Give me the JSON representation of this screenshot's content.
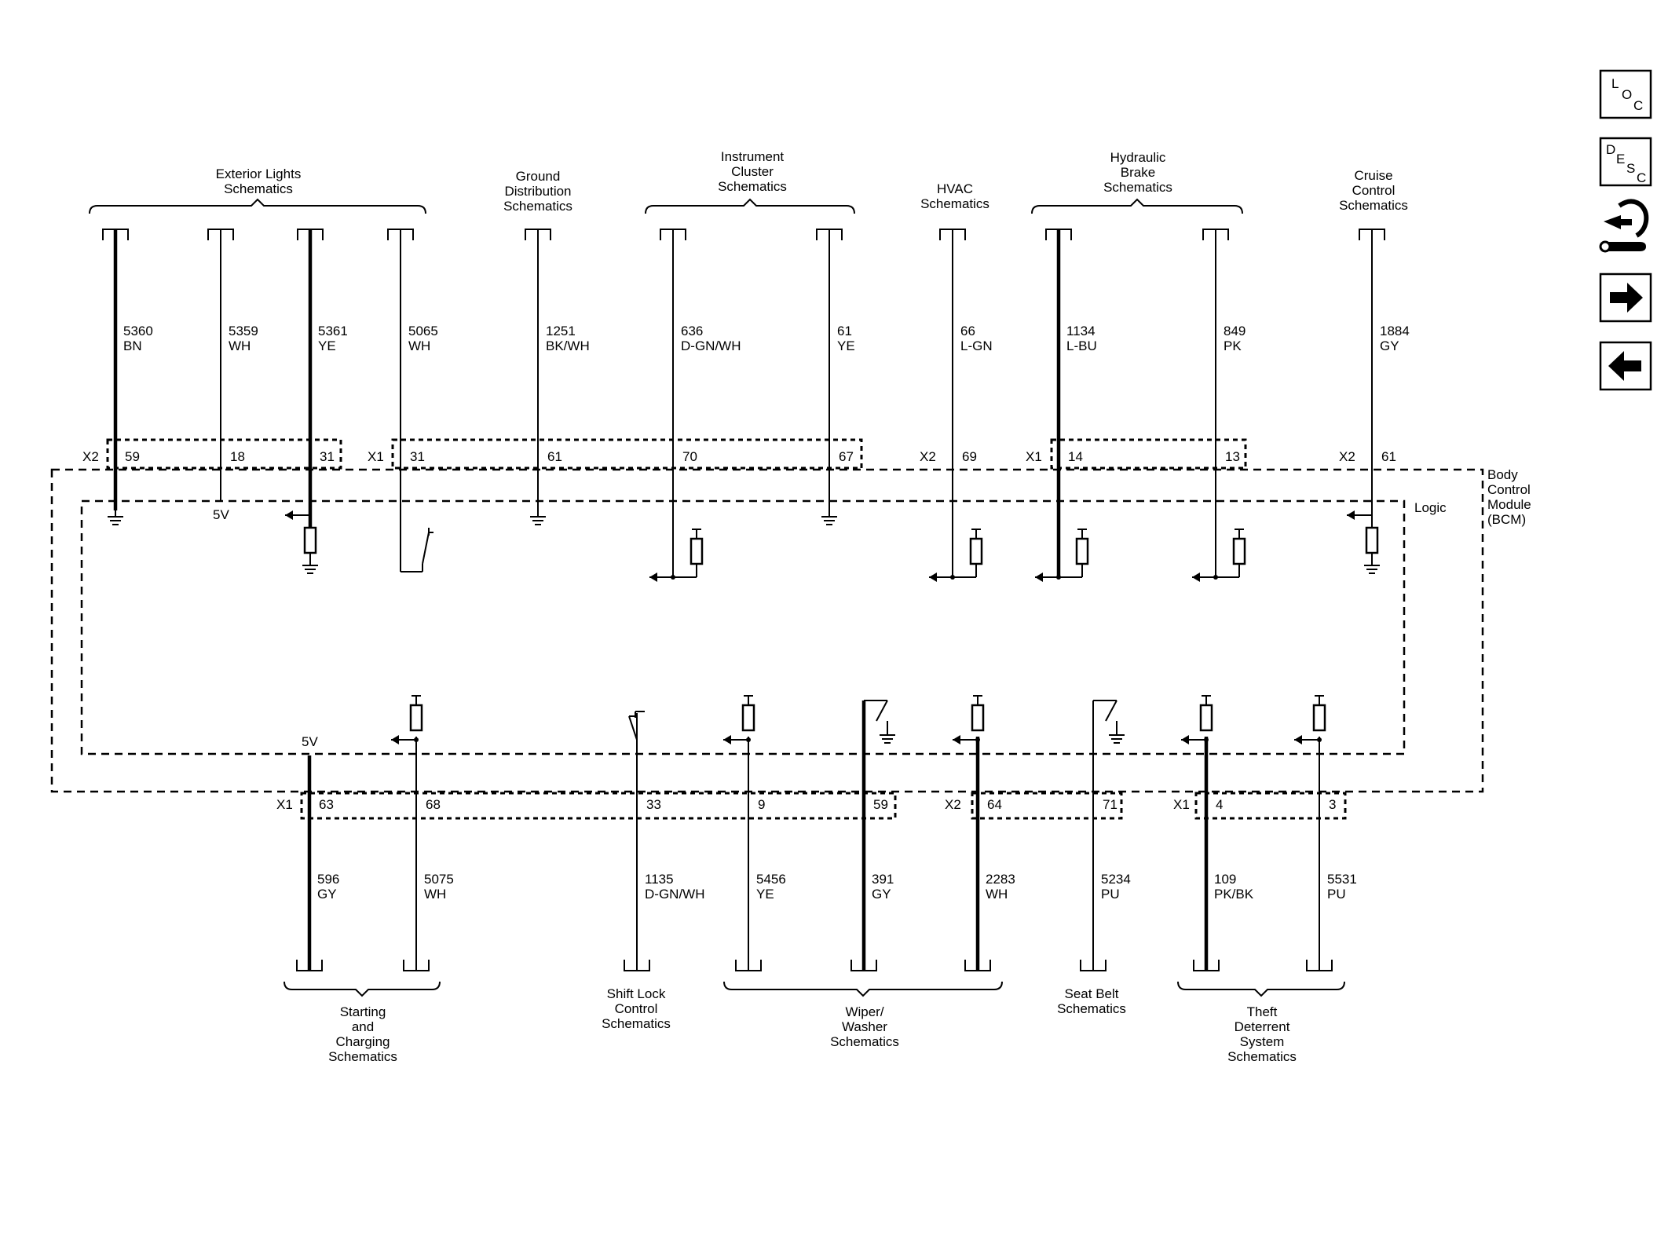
{
  "top_groups": [
    {
      "label": [
        "Exterior Lights",
        "Schematics"
      ]
    },
    {
      "label": [
        "Ground",
        "Distribution",
        "Schematics"
      ]
    },
    {
      "label": [
        "Instrument",
        "Cluster",
        "Schematics"
      ]
    },
    {
      "label": [
        "HVAC",
        "Schematics"
      ]
    },
    {
      "label": [
        "Hydraulic",
        "Brake",
        "Schematics"
      ]
    },
    {
      "label": [
        "Cruise",
        "Control",
        "Schematics"
      ]
    }
  ],
  "top_wires": [
    {
      "circuit": "5360",
      "color": "BN",
      "connector": "X2",
      "pin": "59",
      "internal": "ground",
      "thick": true
    },
    {
      "circuit": "5359",
      "color": "WH",
      "connector": "",
      "pin": "18",
      "internal": "5V",
      "thick": false
    },
    {
      "circuit": "5361",
      "color": "YE",
      "connector": "",
      "pin": "31",
      "internal": "input-pulldown",
      "thick": true
    },
    {
      "circuit": "5065",
      "color": "WH",
      "connector": "X1",
      "pin": "31",
      "internal": "switch",
      "thick": false
    },
    {
      "circuit": "1251",
      "color": "BK/WH",
      "connector": "",
      "pin": "61",
      "internal": "ground",
      "thick": false
    },
    {
      "circuit": "636",
      "color": "D-GN/WH",
      "connector": "",
      "pin": "70",
      "internal": "output-pullup",
      "thick": false
    },
    {
      "circuit": "61",
      "color": "YE",
      "connector": "",
      "pin": "67",
      "internal": "ground",
      "thick": false
    },
    {
      "circuit": "66",
      "color": "L-GN",
      "connector": "X2",
      "pin": "69",
      "internal": "output-pullup",
      "thick": false
    },
    {
      "circuit": "1134",
      "color": "L-BU",
      "connector": "X1",
      "pin": "14",
      "internal": "output-pullup",
      "thick": true
    },
    {
      "circuit": "849",
      "color": "PK",
      "connector": "",
      "pin": "13",
      "internal": "output-pullup",
      "thick": false
    },
    {
      "circuit": "1884",
      "color": "GY",
      "connector": "X2",
      "pin": "61",
      "internal": "input-pulldown",
      "thick": false
    }
  ],
  "bottom_wires": [
    {
      "circuit": "596",
      "color": "GY",
      "connector": "X1",
      "pin": "63",
      "internal": "5V",
      "thick": true
    },
    {
      "circuit": "5075",
      "color": "WH",
      "connector": "",
      "pin": "68",
      "internal": "input-pullup",
      "thick": false
    },
    {
      "circuit": "1135",
      "color": "D-GN/WH",
      "connector": "",
      "pin": "33",
      "internal": "switch",
      "thick": false
    },
    {
      "circuit": "5456",
      "color": "YE",
      "connector": "",
      "pin": "9",
      "internal": "input-pullup",
      "thick": false
    },
    {
      "circuit": "391",
      "color": "GY",
      "connector": "",
      "pin": "59",
      "internal": "switch-ground",
      "thick": true
    },
    {
      "circuit": "2283",
      "color": "WH",
      "connector": "X2",
      "pin": "64",
      "internal": "input-pullup",
      "thick": true
    },
    {
      "circuit": "5234",
      "color": "PU",
      "connector": "",
      "pin": "71",
      "internal": "switch-ground",
      "thick": false
    },
    {
      "circuit": "109",
      "color": "PK/BK",
      "connector": "X1",
      "pin": "4",
      "internal": "input-pullup",
      "thick": true
    },
    {
      "circuit": "5531",
      "color": "PU",
      "connector": "",
      "pin": "3",
      "internal": "input-pullup",
      "thick": false
    }
  ],
  "bottom_groups": [
    {
      "label": [
        "Starting",
        "and",
        "Charging",
        "Schematics"
      ]
    },
    {
      "label": [
        "Shift Lock",
        "Control",
        "Schematics"
      ]
    },
    {
      "label": [
        "Wiper/",
        "Washer",
        "Schematics"
      ]
    },
    {
      "label": [
        "Seat Belt",
        "Schematics"
      ]
    },
    {
      "label": [
        "Theft",
        "Deterrent",
        "System",
        "Schematics"
      ]
    }
  ],
  "module": {
    "name": [
      "Body",
      "Control",
      "Module",
      "(BCM)"
    ],
    "logic_label": "Logic",
    "voltage_label": "5V"
  },
  "nav": {
    "loc": [
      "L",
      "O",
      "C"
    ],
    "desc": [
      "D",
      "E",
      "S",
      "C"
    ]
  }
}
